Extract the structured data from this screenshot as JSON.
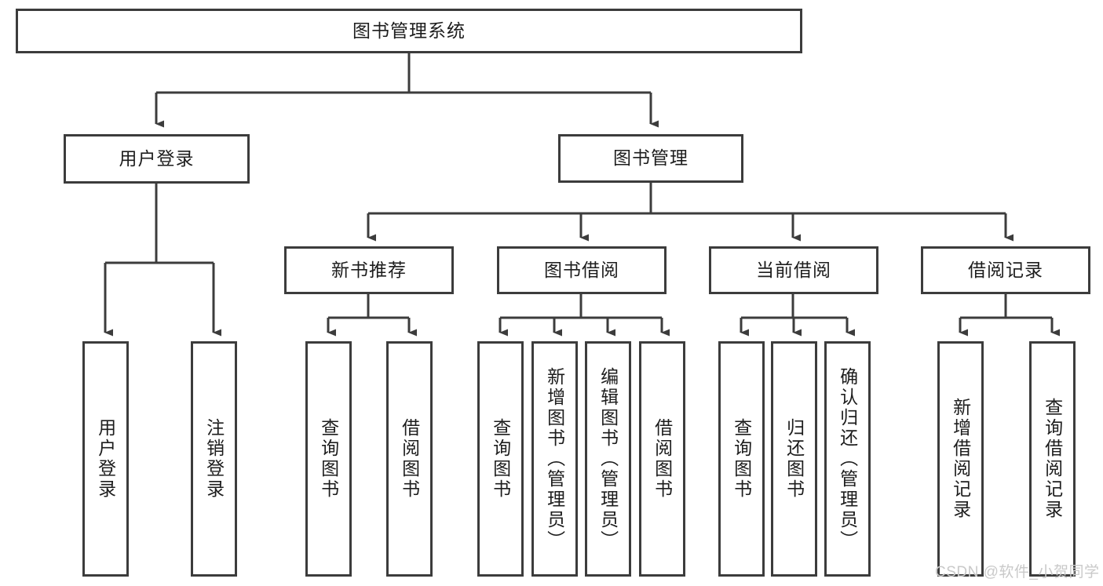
{
  "diagram": {
    "title_node": {
      "label": "图书管理系统"
    },
    "level2": [
      {
        "id": "user-login",
        "label": "用户登录"
      },
      {
        "id": "book-management",
        "label": "图书管理"
      }
    ],
    "level3": [
      {
        "id": "new-book-recommend",
        "label": "新书推荐"
      },
      {
        "id": "book-borrow",
        "label": "图书借阅"
      },
      {
        "id": "current-borrow",
        "label": "当前借阅"
      },
      {
        "id": "borrow-record",
        "label": "借阅记录"
      }
    ],
    "leaves": {
      "user_login": [
        {
          "id": "leaf-user-login",
          "label": "用户登录"
        },
        {
          "id": "leaf-logout-login",
          "label": "注销登录"
        }
      ],
      "new_book_recommend": [
        {
          "id": "leaf-query-book-1",
          "label": "查询图书"
        },
        {
          "id": "leaf-borrow-book-1",
          "label": "借阅图书"
        }
      ],
      "book_borrow": [
        {
          "id": "leaf-query-book-2",
          "label": "查询图书"
        },
        {
          "id": "leaf-add-book",
          "label": "新增图书（管理员）"
        },
        {
          "id": "leaf-edit-book",
          "label": "编辑图书（管理员）"
        },
        {
          "id": "leaf-borrow-book-2",
          "label": "借阅图书"
        }
      ],
      "current_borrow": [
        {
          "id": "leaf-query-book-3",
          "label": "查询图书"
        },
        {
          "id": "leaf-return-book",
          "label": "归还图书"
        },
        {
          "id": "leaf-confirm-return",
          "label": "确认归还（管理员）"
        }
      ],
      "borrow_record": [
        {
          "id": "leaf-add-record",
          "label": "新增借阅记录"
        },
        {
          "id": "leaf-query-record",
          "label": "查询借阅记录"
        }
      ]
    },
    "watermark": {
      "text": "CSDN @软件_小贺同学"
    },
    "colors": {
      "border": "#3c3c3c",
      "text": "#1d1d1d",
      "background": "#ffffff",
      "watermark": "#c9c9c9"
    }
  }
}
